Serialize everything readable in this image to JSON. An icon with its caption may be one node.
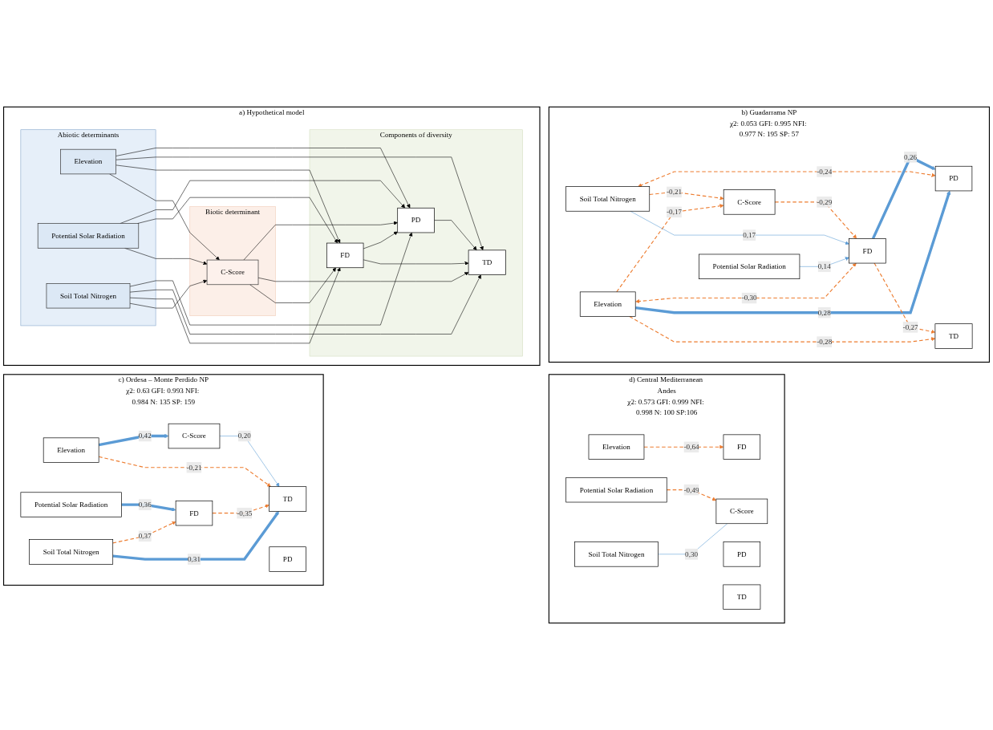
{
  "diagram": {
    "nodes": [
      {
        "text": [
          "a) Hypothetical model"
        ]
      },
      {
        "text": [
          "Abiotic determinants"
        ],
        "in": 0
      },
      {
        "text": [
          "Elevation"
        ],
        "in": 1
      },
      {
        "text": [
          "Potential Solar Radiation"
        ],
        "in": 1
      },
      {
        "text": [
          "Soil Total Nitrogen"
        ],
        "in": 1
      },
      {
        "text": [
          "Biotic determinant"
        ],
        "in": 0
      },
      {
        "text": [
          "C-Score"
        ],
        "in": 5
      },
      {
        "text": [
          "Components of diversity"
        ],
        "in": 0
      },
      {
        "text": [
          "PD"
        ],
        "in": 7
      },
      {
        "text": [
          "TD"
        ],
        "in": 7
      },
      {
        "text": [
          "FD"
        ],
        "in": 7
      },
      {
        "text": [
          "b) Guadarrama NP",
          "χ2: 0.053 GFI: 0.995 NFI: 0.977 N: 195 SP: 57"
        ]
      },
      {
        "text": [
          "Elevation"
        ],
        "in": 11
      },
      {
        "text": [
          "Potential Solar Radiation"
        ],
        "in": 11
      },
      {
        "text": [
          "Soil Total Nitrogen"
        ],
        "in": 11
      },
      {
        "text": [
          "C-Score"
        ],
        "in": 11
      },
      {
        "text": [
          "PD"
        ],
        "in": 11
      },
      {
        "text": [
          "TD"
        ],
        "in": 11
      },
      {
        "text": [
          "FD"
        ],
        "in": 11
      },
      {
        "text": [
          "c) Ordesa – Monte Perdido NP",
          "χ2: 0.63 GFI: 0.993 NFI: 0.984 N: 135 SP: 159"
        ]
      },
      {
        "text": [
          "Elevation"
        ],
        "in": 19
      },
      {
        "text": [
          "Potential Solar Radiation"
        ],
        "in": 19
      },
      {
        "text": [
          "Soil Total Nitrogen"
        ],
        "in": 19
      },
      {
        "text": [
          "C-Score"
        ],
        "in": 19
      },
      {
        "text": [
          "PD"
        ],
        "in": 19
      },
      {
        "text": [
          "TD"
        ],
        "in": 19
      },
      {
        "text": [
          "FD"
        ],
        "in": 19
      },
      {
        "text": [
          "d) Central Mediterranean Andes",
          "χ2: 0.573 GFI: 0.999 NFI: 0.998 N: 100 SP:106"
        ]
      },
      {
        "text": [
          "Elevation"
        ],
        "in": 27
      },
      {
        "text": [
          "Potential Solar Radiation"
        ],
        "in": 27
      },
      {
        "text": [
          "Soil Total Nitrogen"
        ],
        "in": 27
      },
      {
        "text": [
          "C-Score"
        ],
        "in": 27
      },
      {
        "text": [
          "PD"
        ],
        "in": 27
      },
      {
        "text": [
          "TD"
        ],
        "in": 27
      },
      {
        "text": [
          "FD"
        ],
        "in": 27
      }
    ],
    "edges": [
      {
        "from": 2,
        "to": 8,
        "arrow": "to"
      },
      {
        "from": 2,
        "to": 9,
        "arrow": "to"
      },
      {
        "from": 2,
        "to": 10,
        "arrow": "to"
      },
      {
        "from": 2,
        "to": 6,
        "arrow": "to"
      },
      {
        "from": 3,
        "to": 8,
        "arrow": "to"
      },
      {
        "from": 3,
        "to": 10,
        "arrow": "to"
      },
      {
        "from": 3,
        "to": 6,
        "arrow": "to"
      },
      {
        "from": 4,
        "to": 8,
        "arrow": "to"
      },
      {
        "from": 4,
        "to": 9,
        "arrow": "to"
      },
      {
        "from": 4,
        "to": 10,
        "arrow": "to"
      },
      {
        "from": 4,
        "to": 6,
        "arrow": "to"
      },
      {
        "from": 6,
        "to": 8,
        "arrow": "to"
      },
      {
        "from": 6,
        "to": 9,
        "arrow": "to"
      },
      {
        "from": 6,
        "to": 10,
        "arrow": "to"
      },
      {
        "from": 10,
        "to": 8,
        "arrow": "to"
      },
      {
        "from": 8,
        "to": 9,
        "arrow": "to"
      },
      {
        "from": 10,
        "to": 9,
        "arrow": "to"
      },
      {
        "from": 12,
        "to": 16,
        "arrow": "to",
        "label": "0,28",
        "style": "thick",
        "color": "#5b9bd5"
      },
      {
        "from": 12,
        "to": 17,
        "arrow": "to",
        "label": "-0,28",
        "style": "dashed",
        "color": "#ed7d31"
      },
      {
        "from": 12,
        "to": 15,
        "arrow": "to",
        "label": "-0,17",
        "style": "dashed",
        "color": "#ed7d31"
      },
      {
        "from": 12,
        "to": 18,
        "arrow": "both",
        "label": "-0,30",
        "style": "dashed",
        "color": "#ed7d31"
      },
      {
        "from": 14,
        "to": 16,
        "arrow": "both",
        "label": "-0,24",
        "style": "dashed",
        "color": "#ed7d31"
      },
      {
        "from": 13,
        "to": 18,
        "arrow": "to",
        "label": "0,14",
        "color": "#5b9bd5"
      },
      {
        "from": 14,
        "to": 18,
        "arrow": "to",
        "label": "0,17",
        "color": "#5b9bd5"
      },
      {
        "from": 14,
        "to": 15,
        "arrow": "to",
        "label": "-0,21",
        "style": "dashed",
        "color": "#ed7d31"
      },
      {
        "from": 15,
        "to": 18,
        "arrow": "to",
        "label": "-0,29",
        "style": "dashed",
        "color": "#ed7d31"
      },
      {
        "from": 18,
        "to": 16,
        "arrow": "to",
        "label": "0,26",
        "style": "thick",
        "color": "#5b9bd5"
      },
      {
        "from": 18,
        "to": 17,
        "arrow": "to",
        "label": "-0,27",
        "style": "dashed",
        "color": "#ed7d31"
      },
      {
        "from": 20,
        "to": 25,
        "arrow": "to",
        "label": "-0,21",
        "style": "dashed",
        "color": "#ed7d31"
      },
      {
        "from": 20,
        "to": 23,
        "arrow": "to",
        "label": "0,42",
        "style": "thick",
        "color": "#5b9bd5"
      },
      {
        "from": 21,
        "to": 26,
        "arrow": "to",
        "label": "0,36",
        "style": "thick",
        "color": "#5b9bd5"
      },
      {
        "from": 22,
        "to": 25,
        "arrow": "to",
        "label": "0,31",
        "style": "thick",
        "color": "#5b9bd5"
      },
      {
        "from": 22,
        "to": 26,
        "arrow": "to",
        "label": "0,37",
        "style": "dashed",
        "color": "#ed7d31"
      },
      {
        "from": 23,
        "to": 25,
        "arrow": "to",
        "label": "0,20",
        "color": "#5b9bd5"
      },
      {
        "from": 26,
        "to": 25,
        "arrow": "to",
        "label": "-0,35",
        "style": "dashed",
        "color": "#ed7d31"
      },
      {
        "from": 28,
        "to": 34,
        "arrow": "to",
        "label": "-0,64",
        "style": "dashed",
        "color": "#ed7d31"
      },
      {
        "from": 29,
        "to": 31,
        "arrow": "to",
        "label": "-0,49",
        "style": "dashed",
        "color": "#ed7d31"
      },
      {
        "from": 30,
        "to": 31,
        "arrow": "none",
        "label": "0,30",
        "color": "#5b9bd5"
      }
    ]
  }
}
